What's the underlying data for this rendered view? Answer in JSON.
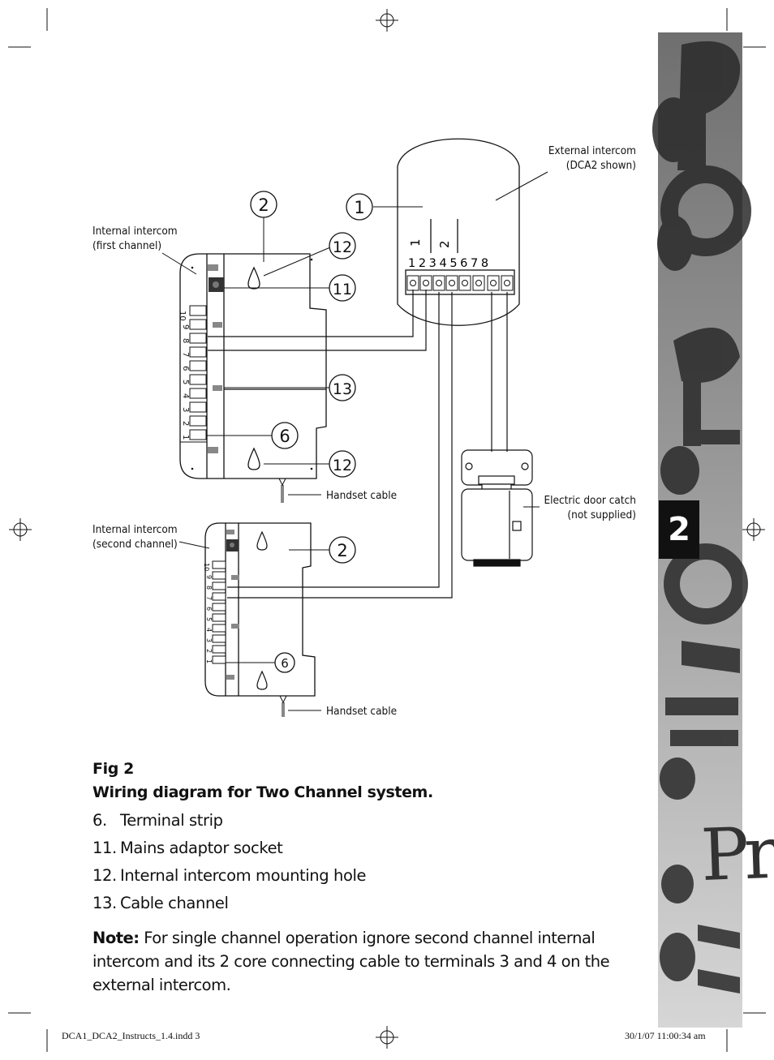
{
  "labels": {
    "external_intercom": "External intercom",
    "external_intercom_sub": "(DCA2 shown)",
    "internal_first": "Internal intercom",
    "internal_first_sub": "(first channel)",
    "internal_second": "Internal intercom",
    "internal_second_sub": "(second channel)",
    "handset_cable_1": "Handset cable",
    "handset_cable_2": "Handset cable",
    "door_catch": "Electric door catch",
    "door_catch_sub": "(not supplied)"
  },
  "callouts": {
    "c1": "1",
    "c2a": "2",
    "c12a": "12",
    "c11": "11",
    "c13": "13",
    "c6a": "6",
    "c12b": "12",
    "c2b": "2",
    "c6b": "6"
  },
  "external_terminals": {
    "channel_1": "1",
    "channel_2": "2",
    "numbers": "1 2 3 4 5 6 7 8"
  },
  "internal_terminals": {
    "numbers": [
      "10",
      "9",
      "8",
      "7",
      "6",
      "5",
      "4",
      "3",
      "2",
      "1"
    ]
  },
  "figure": {
    "title": "Fig 2",
    "subtitle": "Wiring diagram for Two Channel system."
  },
  "legend": [
    {
      "num": "6.",
      "text": "Terminal strip"
    },
    {
      "num": "11.",
      "text": "Mains adaptor socket"
    },
    {
      "num": "12.",
      "text": "Internal intercom mounting hole"
    },
    {
      "num": "13.",
      "text": "Cable channel"
    }
  ],
  "note": {
    "label": "Note:",
    "text": " For single channel operation ignore second channel internal intercom and its 2 core connecting cable to terminals 3 and 4 on the external intercom."
  },
  "side_tab": {
    "number": "2"
  },
  "footer": {
    "file": "DCA1_DCA2_Instructs_1.4.indd   3",
    "timestamp": "30/1/07   11:00:34 am"
  }
}
